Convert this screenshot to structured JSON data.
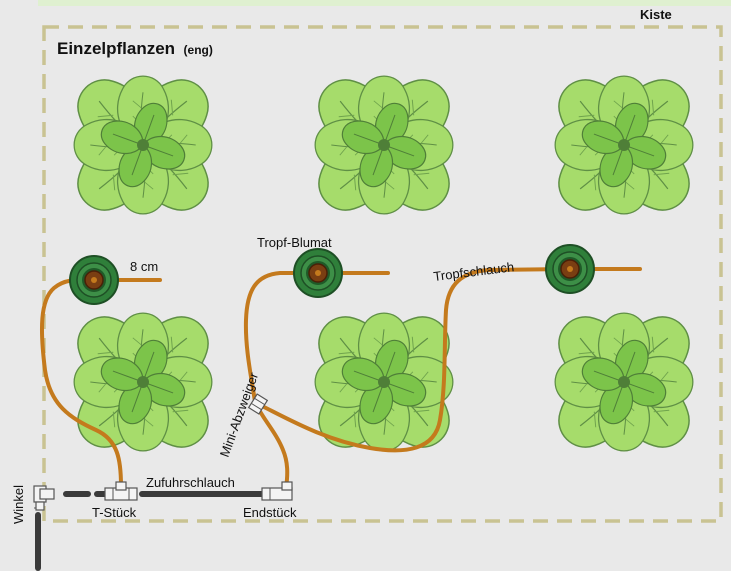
{
  "box_label": "Kiste",
  "title": {
    "main": "Einzelpflanzen",
    "sub": "(eng)"
  },
  "labels": {
    "distance": "8 cm",
    "drip_device": "Tropf-Blumat",
    "drip_hose": "Tropfschlauch",
    "mini_splitter": "Mini-Abzweiger",
    "supply_hose": "Zufuhrschlauch",
    "tee": "T-Stück",
    "end_piece": "Endstück",
    "elbow": "Winkel"
  },
  "layout": {
    "rows": 2,
    "columns": 3,
    "plants": 6,
    "drip_devices": 3
  },
  "colors": {
    "background": "#e9e9e9",
    "box_dash": "#c9c392",
    "top_strip": "#dff0d0",
    "leaf_light": "#a6dc6b",
    "leaf_mid": "#7cc44a",
    "leaf_dark": "#5f8f45",
    "hose": "#c47a1d",
    "supply_hose": "#3a3a3a",
    "dripper_ring": "#2f7f3a",
    "dripper_dark": "#1e4f25",
    "dripper_center": "#7a3e12"
  }
}
